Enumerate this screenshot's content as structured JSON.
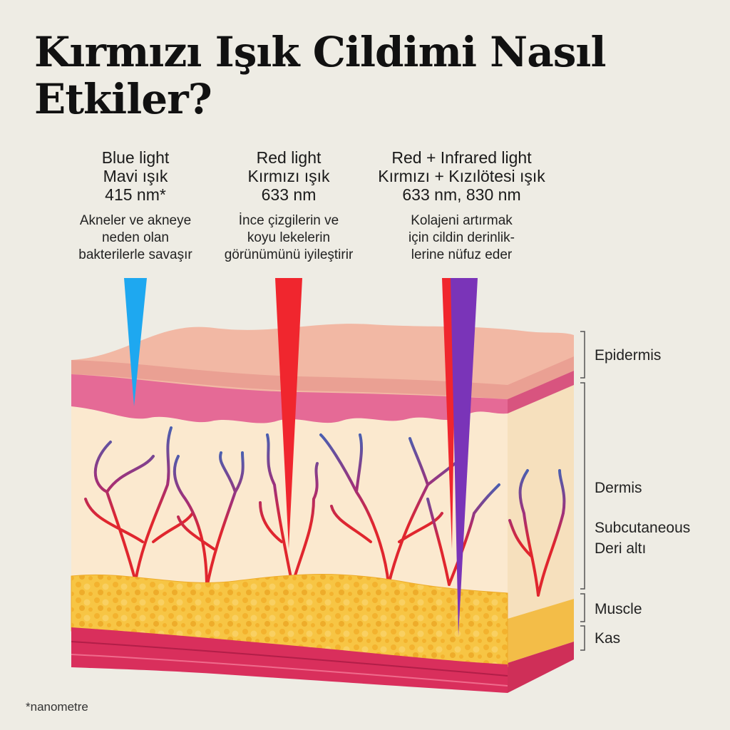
{
  "title": "Kırmızı Işık Cildimi Nasıl Etkiler?",
  "columns": [
    {
      "lines": [
        "Blue light",
        "Mavi ışık",
        "415 nm*"
      ],
      "description": [
        "Akneler ve akneye",
        "neden olan",
        "bakterilerle savaşır"
      ],
      "beam_color": "#1ea8f0"
    },
    {
      "lines": [
        "Red light",
        "Kırmızı ışık",
        "633 nm"
      ],
      "description": [
        "İnce çizgilerin ve",
        "koyu lekelerin",
        "görünümünü iyileştirir"
      ],
      "beam_color": "#f0262e"
    },
    {
      "lines": [
        "Red + Infrared light",
        "Kırmızı + Kızılötesi ışık",
        "633 nm, 830 nm"
      ],
      "description": [
        "Kolajeni artırmak",
        "için cildin derinlik-",
        "lerine nüfuz eder"
      ],
      "beam_color": "#f0262e",
      "beam_color_2": "#7a34b8"
    }
  ],
  "layers": {
    "epidermis": "Epidermis",
    "dermis": "Dermis",
    "subcutaneous_en": "Subcutaneous",
    "subcutaneous_tr": "Deri altı",
    "muscle_en": "Muscle",
    "muscle_tr": "Kas"
  },
  "footnote": "*nanometre",
  "colors": {
    "background": "#eeece4",
    "epidermis": "#f2b8a4",
    "epidermis_base": "#e56a96",
    "dermis": "#fbe9cf",
    "fat": "#f7c544",
    "muscle": "#d92f5c",
    "vessel_red": "#e0262e",
    "vessel_blue": "#4a5fb0"
  }
}
